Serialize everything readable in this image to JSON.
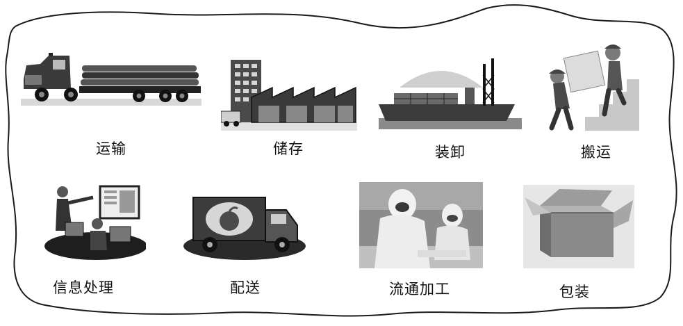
{
  "activities": [
    {
      "id": "transport",
      "label": "运输"
    },
    {
      "id": "storage",
      "label": "储存"
    },
    {
      "id": "loading",
      "label": "装卸"
    },
    {
      "id": "handling",
      "label": "搬运"
    },
    {
      "id": "information",
      "label": "信息处理"
    },
    {
      "id": "delivery",
      "label": "配送"
    },
    {
      "id": "processing",
      "label": "流通加工"
    },
    {
      "id": "packaging",
      "label": "包装"
    }
  ]
}
